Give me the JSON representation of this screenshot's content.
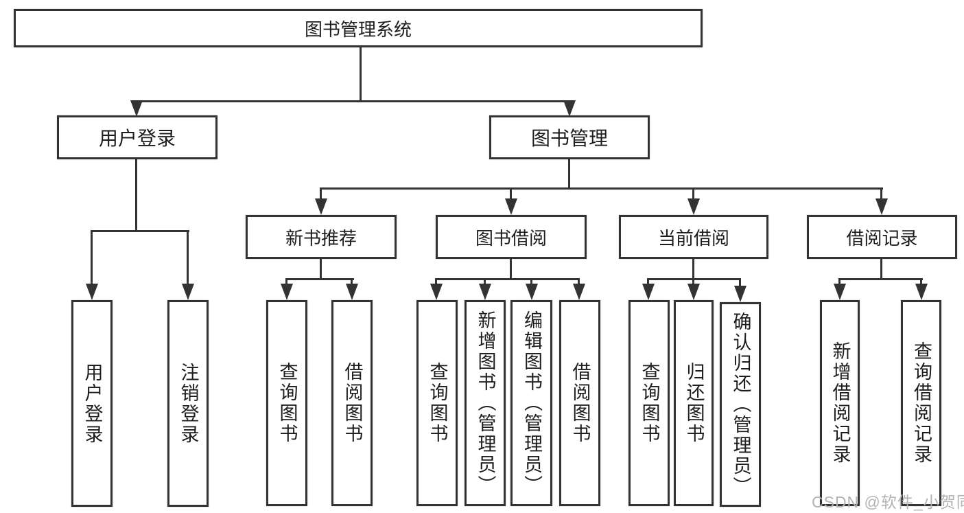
{
  "colors": {
    "line": "#333333",
    "text": "#1d1d1d",
    "background": "#ffffff",
    "watermark": "#b3b3b3"
  },
  "diagram": {
    "type": "tree-diagram",
    "title": "图书管理系统",
    "branches": [
      {
        "label": "用户登录",
        "children": [
          {
            "label": "用户登录"
          },
          {
            "label": "注销登录"
          }
        ]
      },
      {
        "label": "图书管理",
        "children": [
          {
            "label": "新书推荐",
            "children": [
              {
                "label": "查询图书"
              },
              {
                "label": "借阅图书"
              }
            ]
          },
          {
            "label": "图书借阅",
            "children": [
              {
                "label": "查询图书"
              },
              {
                "label": "新增图书（管理员）"
              },
              {
                "label": "编辑图书（管理员）"
              },
              {
                "label": "借阅图书"
              }
            ]
          },
          {
            "label": "当前借阅",
            "children": [
              {
                "label": "查询图书"
              },
              {
                "label": "归还图书"
              },
              {
                "label": "确认归还（管理员）"
              }
            ]
          },
          {
            "label": "借阅记录",
            "children": [
              {
                "label": "新增借阅记录"
              },
              {
                "label": "查询借阅记录"
              }
            ]
          }
        ]
      }
    ]
  },
  "watermark": {
    "text": "CSDN @软件_小贺同学"
  }
}
